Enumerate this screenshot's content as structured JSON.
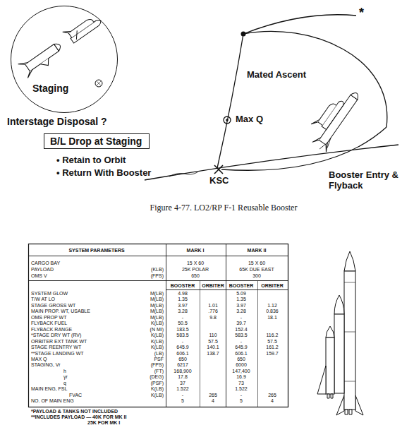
{
  "diagram": {
    "caption": "Figure 4-77. LO2/RP F-1 Reusable Booster",
    "nodes": [
      {
        "text": [
          "Staging"
        ]
      },
      {
        "text": [
          "B/L Drop at Staging"
        ]
      }
    ],
    "labels": [
      "Interstage Disposal ?",
      "• Retain to Orbit",
      "• Return With Booster",
      "Mated Ascent",
      "Max Q",
      "KSC",
      "Booster Entry & Flyback",
      "*",
      "SYSTEM PARAMETERS",
      "MARK I",
      "MARK II",
      "CARGO BAY",
      "15 X 60",
      "15 X 60",
      "PAYLOAD",
      "(KLB)",
      "25K POLAR",
      "65K DUE EAST",
      "OMS V",
      "(FPS)",
      "650",
      "300",
      "BOOSTER",
      "ORBITER",
      "BOOSTER",
      "ORBITER",
      "SYSTEM GLOW",
      "M(LB)",
      "4.98",
      "5.09",
      "T/W AT LO",
      "M(LB)",
      "1.35",
      "1.35",
      "STAGE GROSS WT",
      "M(LB)",
      "3.97",
      "1.01",
      "3.97",
      "1.12",
      "MAIN PROP. WT, USABLE",
      "M(LB)",
      "3.28",
      ".776",
      "3.28",
      "0.836",
      "OMS PROP WT",
      "M(LB)",
      "-",
      "9.8",
      "-",
      "18.1",
      "FLYBACK FUEL",
      "K(LB)",
      "50.5",
      "39.7",
      "FLYBACK RANGE",
      "(N MI)",
      "183.5",
      "152.4",
      "*STAGE DRY WT (RV)",
      "K(LB)",
      "583.5",
      "110",
      "583.5",
      "116.2",
      "ORBITER EXT TANK WT",
      "K(LB)",
      "-",
      "57.5",
      "-",
      "57.5",
      "STAGE REENTRY WT",
      "K(LB)",
      "645.9",
      "140.1",
      "645.9",
      "161.2",
      "**STAGE LANDING WT",
      "(LB)",
      "606.1",
      "138.7",
      "606.1",
      "159.7",
      "MAX Q",
      "PSF",
      "650",
      "650",
      "STAGING, Vr",
      "(FPS)",
      "6217",
      "6000",
      "h",
      "(FT)",
      "168,900",
      "147,400",
      "γr",
      "(DEG)",
      "17.8",
      "16.9",
      "q",
      "(PSF)",
      "37",
      "73",
      "MAIN ENG, FSL",
      "K(LB)",
      "1.522",
      "1.522",
      "FVAC",
      "K(LB)",
      "-",
      "265",
      "-",
      "265",
      "NO. OF MAIN ENG",
      "5",
      "4",
      "5",
      "4",
      "*PAYLOAD & TANKS NOT INCLUDED",
      "**INCLUDES PAYLOAD — 40K FOR MK II",
      "25K FOR MK I"
    ]
  }
}
